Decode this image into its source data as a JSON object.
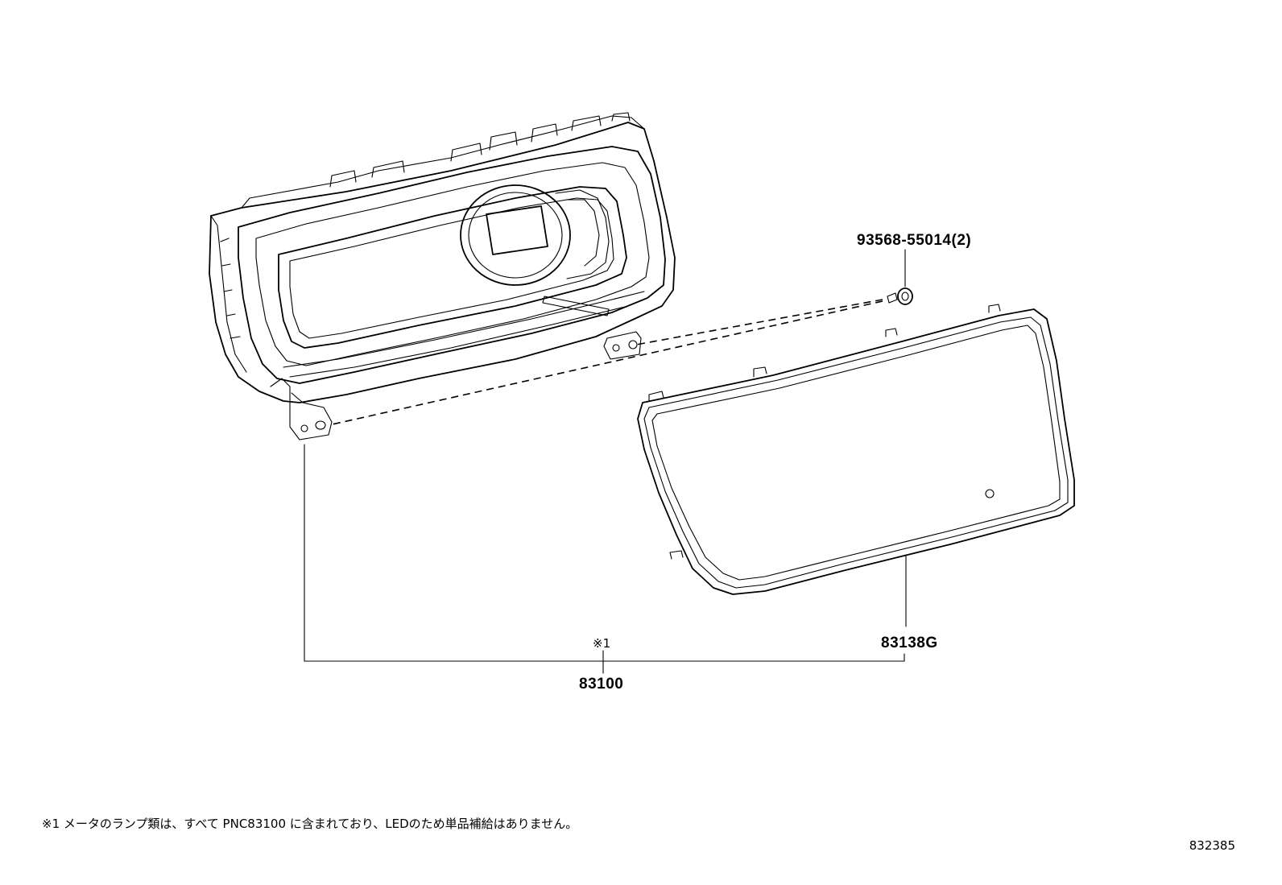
{
  "parts": {
    "screw": "93568-55014(2)",
    "lens": "83138G",
    "assembly": "83100",
    "note_marker": "※1"
  },
  "footnote": "※1 メータのランプ類は、すべて PNC83100 に含まれており、LEDのため単品補給はありません。",
  "drawing_number": "832385"
}
